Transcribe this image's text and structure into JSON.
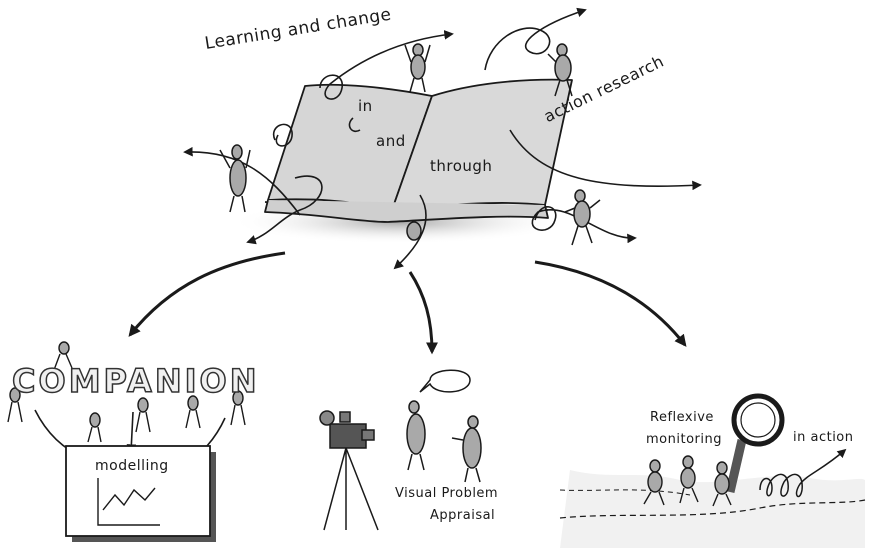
{
  "diagram": {
    "headline": "Learning and change",
    "word_in": "in",
    "word_and": "and",
    "word_through": "through",
    "word_action": "action research",
    "companion": "COMPANION",
    "modelling": "modelling",
    "visual_line1": "Visual Problem",
    "visual_line2": "Appraisal",
    "reflexive_line1": "Reflexive",
    "reflexive_line2": "monitoring",
    "in_action": "in action"
  },
  "colors": {
    "ink": "#1a1a1a",
    "page": "#d6d6d6",
    "shadow": "#bdbdbd",
    "figure": "#a9a9a9"
  }
}
